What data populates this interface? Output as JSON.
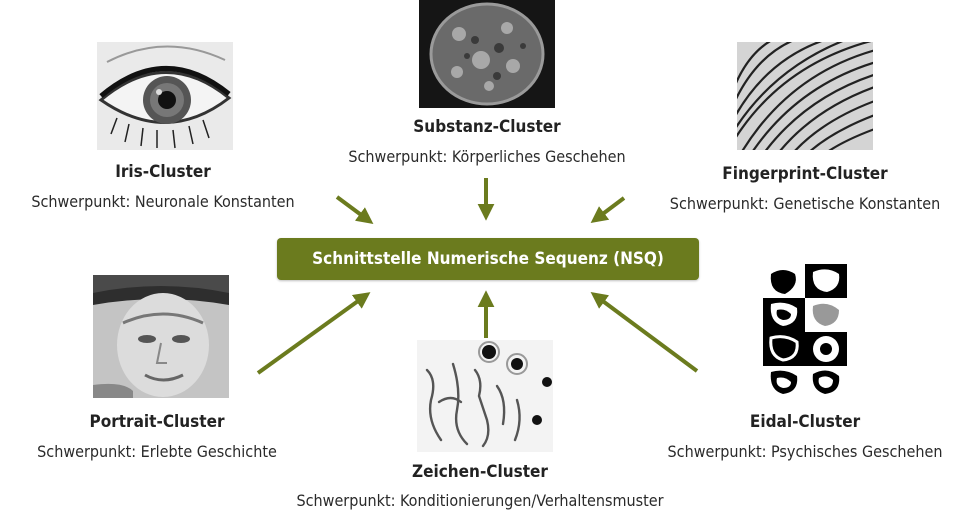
{
  "hub": {
    "label": "Schnittstelle Numerische Sequenz (NSQ)"
  },
  "clusters": {
    "iris": {
      "title": "Iris-Cluster",
      "focus": "Schwerpunkt: Neuronale Konstanten"
    },
    "substanz": {
      "title": "Substanz-Cluster",
      "focus": "Schwerpunkt: Körperliches Geschehen"
    },
    "fingerprint": {
      "title": "Fingerprint-Cluster",
      "focus": "Schwerpunkt: Genetische Konstanten"
    },
    "portrait": {
      "title": "Portrait-Cluster",
      "focus": "Schwerpunkt: Erlebte Geschichte"
    },
    "zeichen": {
      "title": "Zeichen-Cluster",
      "focus": "Schwerpunkt: Konditionierungen/Verhaltensmuster"
    },
    "eidal": {
      "title": "Eidal-Cluster",
      "focus": "Schwerpunkt: Psychisches Geschehen"
    }
  },
  "colors": {
    "accent": "#6b7b1e",
    "arrow": "#6b7b1e",
    "hub_text": "#ffffff"
  }
}
